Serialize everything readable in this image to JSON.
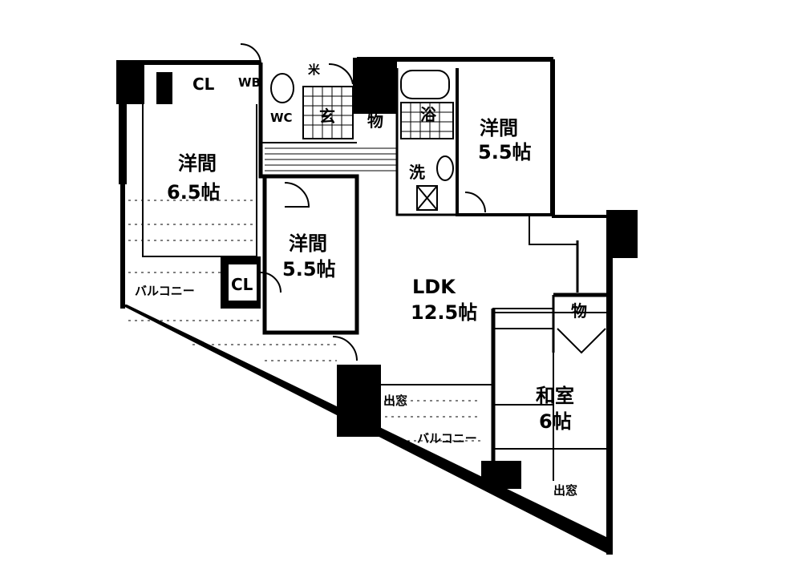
{
  "plan": {
    "rooms": {
      "western_a": {
        "name": "洋間",
        "size": "6.5帖"
      },
      "western_b": {
        "name": "洋間",
        "size": "5.5帖"
      },
      "western_c": {
        "name": "洋間",
        "size": "5.5帖"
      },
      "ldk": {
        "name": "LDK",
        "size": "12.5帖"
      },
      "japanese": {
        "name": "和室",
        "size": "6帖"
      }
    },
    "labels": {
      "closet_top": "CL",
      "closet_mid": "CL",
      "wb": "WB",
      "wc": "WC",
      "entrance": "玄",
      "storage_a": "物",
      "storage_b": "物",
      "bath": "浴",
      "washroom": "洗",
      "balcony_left": "バルコニー",
      "balcony_bottom": "バルコニー",
      "bay_window_a": "出窓",
      "bay_window_b": "出窓",
      "meter": "米"
    }
  }
}
